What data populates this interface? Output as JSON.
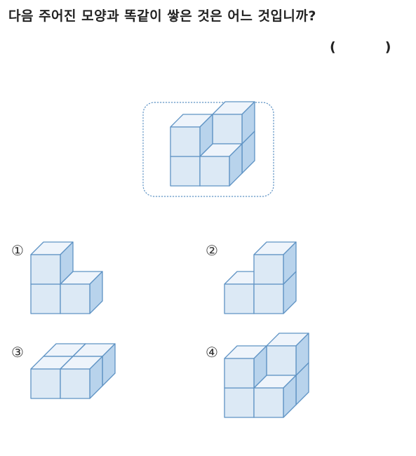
{
  "question": {
    "text": "다음 주어진 모양과 똑같이 쌓은 것은 어느 것입니까?",
    "open_paren": "(",
    "close_paren": ")"
  },
  "options": [
    {
      "label": "①"
    },
    {
      "label": "②"
    },
    {
      "label": "③"
    },
    {
      "label": "④"
    }
  ],
  "colors": {
    "cube_front": "#dce9f5",
    "cube_top": "#eef4fb",
    "cube_side": "#b8d3ec",
    "cube_edge": "#5f93c4",
    "frame": "#5f93c4"
  }
}
